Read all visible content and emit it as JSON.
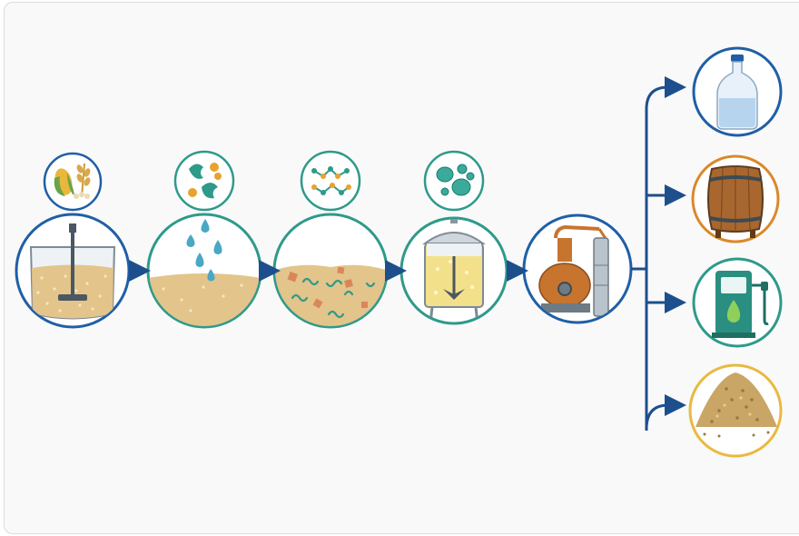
{
  "diagram": {
    "stages": [
      {
        "id": "mashing",
        "icon": "grain-icon",
        "scene": "mash-tank-icon"
      },
      {
        "id": "liquefaction",
        "icon": "enzyme-icon",
        "scene": "water-drops-icon"
      },
      {
        "id": "saccharification",
        "icon": "sugar-chain-icon",
        "scene": "broken-starch-icon"
      },
      {
        "id": "fermentation",
        "icon": "yeast-icon",
        "scene": "fermenter-icon"
      },
      {
        "id": "distillation",
        "icon": "",
        "scene": "still-icon"
      }
    ],
    "products": [
      {
        "id": "spirit-bottle",
        "icon": "bottle-icon"
      },
      {
        "id": "barrel-aging",
        "icon": "barrel-icon"
      },
      {
        "id": "fuel-ethanol",
        "icon": "fuel-pump-icon"
      },
      {
        "id": "distillers-grains",
        "icon": "grain-pile-icon"
      }
    ],
    "colors": {
      "flow": "#1d4f8c",
      "blue": "#1f5fa6",
      "teal": "#2e9a8a",
      "orange": "#d9892c",
      "gold": "#e9b940",
      "mash": "#e3c48a",
      "copper": "#c7742f"
    }
  }
}
